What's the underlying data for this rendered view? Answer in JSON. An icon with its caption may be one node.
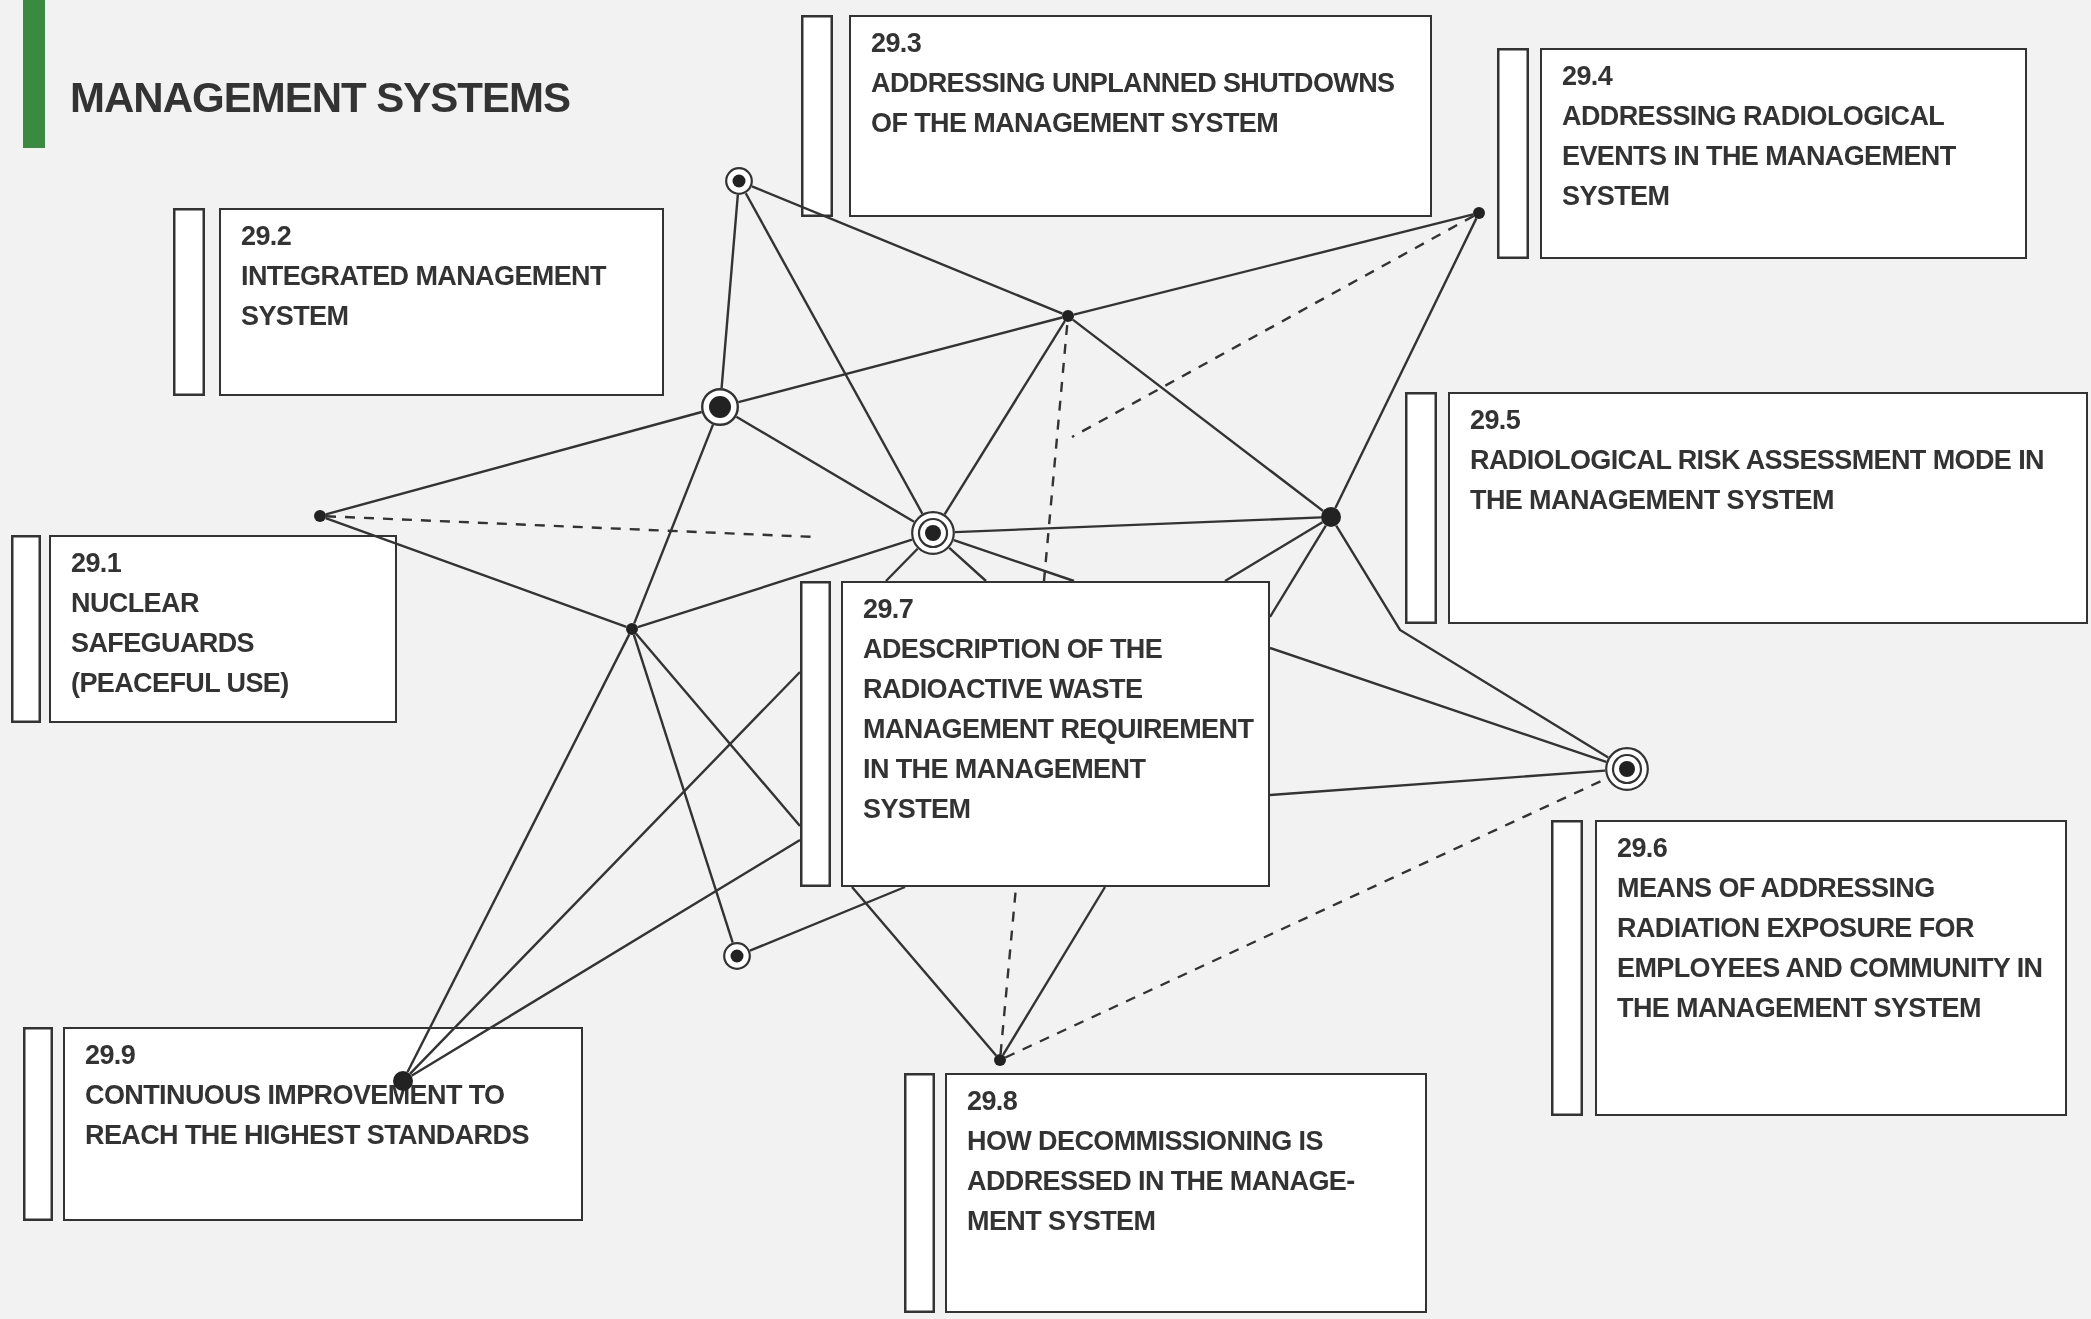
{
  "diagram": {
    "title": "MANAGEMENT SYSTEMS",
    "nodes": [
      {
        "text": [
          "29.1",
          "NUCLEAR SAFEGUARDS (PEACEFUL USE)"
        ]
      },
      {
        "text": [
          "29.2",
          "INTEGRATED MANAGEMENT SYSTEM"
        ]
      },
      {
        "text": [
          "29.3",
          "ADDRESSING UNPLANNED SHUTDOWNS OF THE MANAGEMENT SYSTEM"
        ]
      },
      {
        "text": [
          "29.4",
          "ADDRESSING RADIOLOGICAL EVENTS IN THE MANAGEMENT SYSTEM"
        ]
      },
      {
        "text": [
          "29.5",
          "RADIOLOGICAL RISK ASSESSMENT MODE IN THE MANAGEMENT SYSTEM"
        ]
      },
      {
        "text": [
          "29.6",
          "MEANS OF ADDRESSING RADIATION EXPOSURE FOR EMPLOYEES AND COMMUNITY IN THE MANAGEMENT SYSTEM"
        ]
      },
      {
        "text": [
          "29.7",
          "ADESCRIPTION OF THE RADIOACTIVE WASTE MANAGEMENT REQUIREMENT IN THE MANAGEMENT SYSTEM"
        ]
      },
      {
        "text": [
          "29.8",
          "HOW DECOMMISSIONING IS ADDRESSED IN THE MANAGE- MENT SYSTEM"
        ]
      },
      {
        "text": [
          "29.9",
          "CONTINUOUS IMPROVEMENT TO REACH THE HIGHEST STANDARDS"
        ]
      },
      {
        "text": [],
        "shape": "circle"
      },
      {
        "text": [],
        "shape": "circle"
      },
      {
        "text": [],
        "shape": "circle"
      },
      {
        "text": [],
        "shape": "circle"
      },
      {
        "text": [],
        "shape": "circle"
      },
      {
        "text": [],
        "shape": "circle"
      },
      {
        "text": [],
        "shape": "circle"
      },
      {
        "text": [],
        "shape": "circle"
      },
      {
        "text": [],
        "shape": "circle"
      },
      {
        "text": [],
        "shape": "circle"
      },
      {
        "text": [],
        "shape": "circle",
        "in": 8
      },
      {
        "text": [],
        "shape": "circle"
      },
      {
        "text": [],
        "shape": "bar"
      },
      {
        "text": [],
        "shape": "bar"
      },
      {
        "text": [],
        "shape": "bar"
      },
      {
        "text": [],
        "shape": "bar"
      },
      {
        "text": [],
        "shape": "bar"
      },
      {
        "text": [],
        "shape": "bar"
      },
      {
        "text": [],
        "shape": "bar"
      },
      {
        "text": [],
        "shape": "bar"
      },
      {
        "text": [],
        "shape": "bar"
      }
    ],
    "edges": [
      {
        "from": 9,
        "to": 10,
        "arrow": "none"
      },
      {
        "from": 9,
        "to": 13,
        "arrow": "none"
      },
      {
        "from": 9,
        "to": 14,
        "arrow": "none"
      },
      {
        "from": 14,
        "to": 16,
        "arrow": "none"
      },
      {
        "from": 10,
        "to": 11,
        "arrow": "none"
      },
      {
        "from": 10,
        "to": 12,
        "arrow": "none"
      },
      {
        "from": 10,
        "to": 13,
        "arrow": "none"
      },
      {
        "from": 10,
        "to": 14,
        "arrow": "none"
      },
      {
        "from": 14,
        "to": 15,
        "arrow": "none"
      },
      {
        "from": 11,
        "to": 12,
        "arrow": "none"
      },
      {
        "from": 11,
        "to": null,
        "arrow": "none",
        "style": "dashed"
      },
      {
        "from": 12,
        "to": 13,
        "arrow": "none"
      },
      {
        "from": 12,
        "to": 19,
        "arrow": "none"
      },
      {
        "from": 12,
        "to": 18,
        "arrow": "none"
      },
      {
        "from": 12,
        "to": 27,
        "arrow": "none"
      },
      {
        "from": 6,
        "to": 20,
        "arrow": "none"
      },
      {
        "from": 13,
        "to": 14,
        "arrow": "none"
      },
      {
        "from": 13,
        "to": 16,
        "arrow": "none"
      },
      {
        "from": 13,
        "to": 6,
        "arrow": "none"
      },
      {
        "from": 6,
        "to": 17,
        "arrow": "none"
      },
      {
        "from": 19,
        "to": 27,
        "arrow": "none"
      },
      {
        "from": 6,
        "to": 13,
        "arrow": "none"
      },
      {
        "from": 19,
        "to": 27,
        "arrow": "none"
      },
      {
        "from": 6,
        "to": 16,
        "arrow": "none"
      },
      {
        "from": 20,
        "to": 6,
        "arrow": "none",
        "style": "dashed"
      },
      {
        "from": 6,
        "to": 14,
        "arrow": "none",
        "style": "dashed"
      },
      {
        "from": 20,
        "to": 6,
        "arrow": "none"
      },
      {
        "from": 6,
        "to": 16,
        "arrow": "none"
      },
      {
        "from": 20,
        "to": 17,
        "arrow": "none",
        "style": "dashed"
      },
      {
        "from": 18,
        "to": 6,
        "arrow": "none"
      },
      {
        "from": 6,
        "to": 17,
        "arrow": "none"
      },
      {
        "from": 15,
        "to": 16,
        "arrow": "none"
      },
      {
        "from": 15,
        "to": null,
        "arrow": "none",
        "style": "dashed"
      },
      {
        "from": 16,
        "to": 17,
        "arrow": "none"
      },
      {
        "from": 13,
        "to": 6,
        "arrow": "none"
      }
    ]
  }
}
